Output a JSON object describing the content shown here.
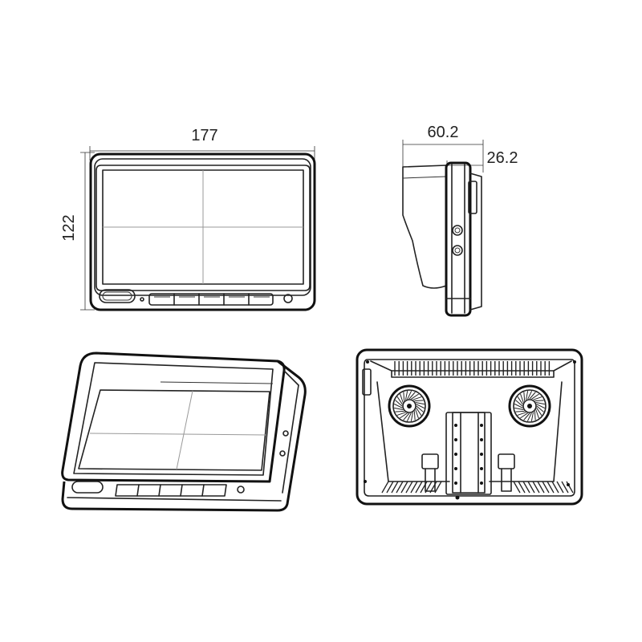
{
  "dimensions": {
    "width": "177",
    "height": "122",
    "depth_total": "60.2",
    "depth_body": "26.2"
  }
}
